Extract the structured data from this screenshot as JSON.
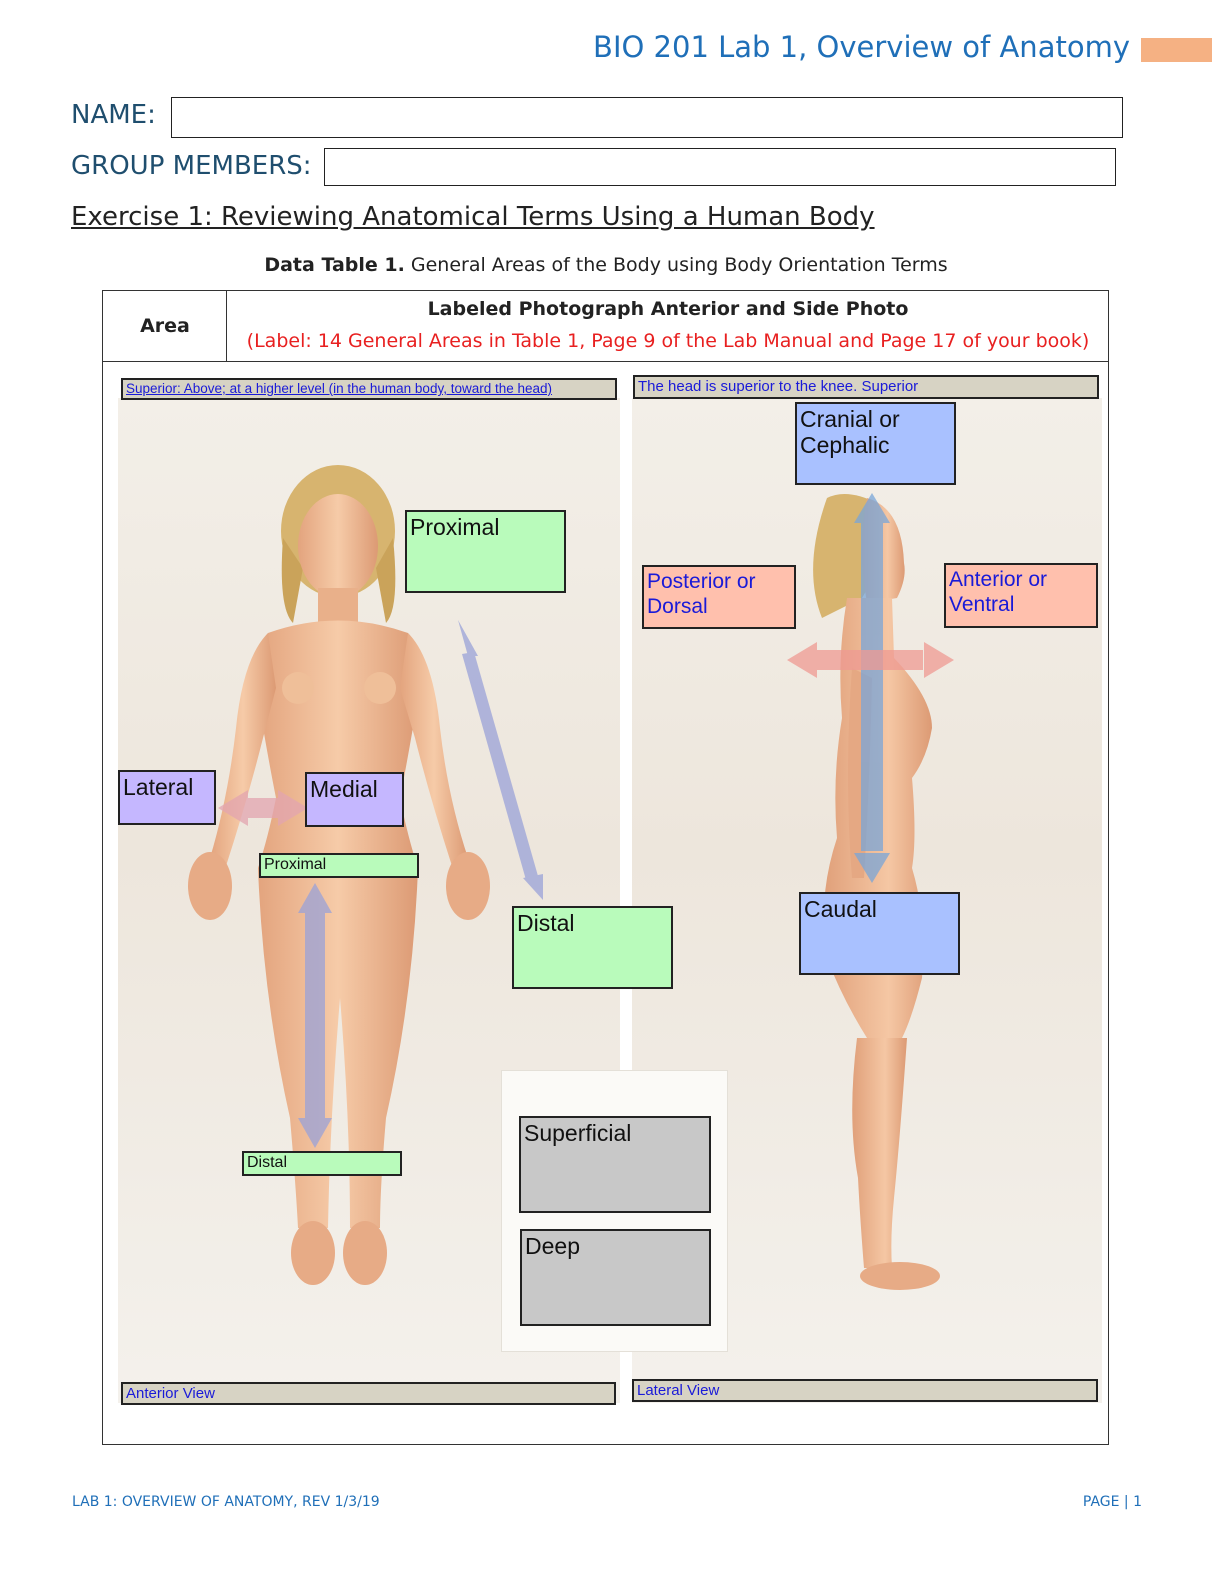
{
  "header": {
    "title": "BIO 201 Lab 1, Overview of Anatomy",
    "accent_color": "#f5b183"
  },
  "form": {
    "name_label": "NAME:",
    "group_label": "GROUP MEMBERS:",
    "name_value": "",
    "group_value": ""
  },
  "exercise": {
    "title": "Exercise 1: Reviewing Anatomical Terms Using a Human Body"
  },
  "caption": {
    "bold": "Data Table 1.",
    "text": " General Areas of the Body using Body Orientation Terms"
  },
  "table": {
    "col_area": "Area",
    "col_main": "Labeled Photograph Anterior and Side Photo",
    "col_main_note": "(Label: 14 General Areas in Table 1, Page 9 of the Lab Manual and Page 17 of your book)"
  },
  "fields": {
    "superior_def": "Superior: Above; at a higher level (in the human body, toward the head)",
    "superior_example": "The head is superior to the knee. Superior",
    "anterior_view": "Anterior View",
    "lateral_view": "Lateral View"
  },
  "labels": {
    "proximal_upper": "Proximal",
    "lateral": "Lateral",
    "medial": "Medial",
    "proximal_lower": "Proximal",
    "distal_upper": "Distal",
    "distal_lower": "Distal",
    "superficial": "Superficial",
    "deep": "Deep",
    "cranial": "Cranial or\nCephalic",
    "posterior": "Posterior or\nDorsal",
    "anterior": "Anterior or\nVentral",
    "caudal": "Caudal"
  },
  "colors": {
    "green": "#b9fbbb",
    "purple": "#c5b7ff",
    "blue": "#a9c1ff",
    "salmon": "#ffc0ad",
    "gray": "#c8c8c8",
    "red_note": "#e82020"
  },
  "footer": {
    "left": "LAB 1: OVERVIEW OF ANATOMY, REV 1/3/19",
    "right": "PAGE | 1"
  }
}
